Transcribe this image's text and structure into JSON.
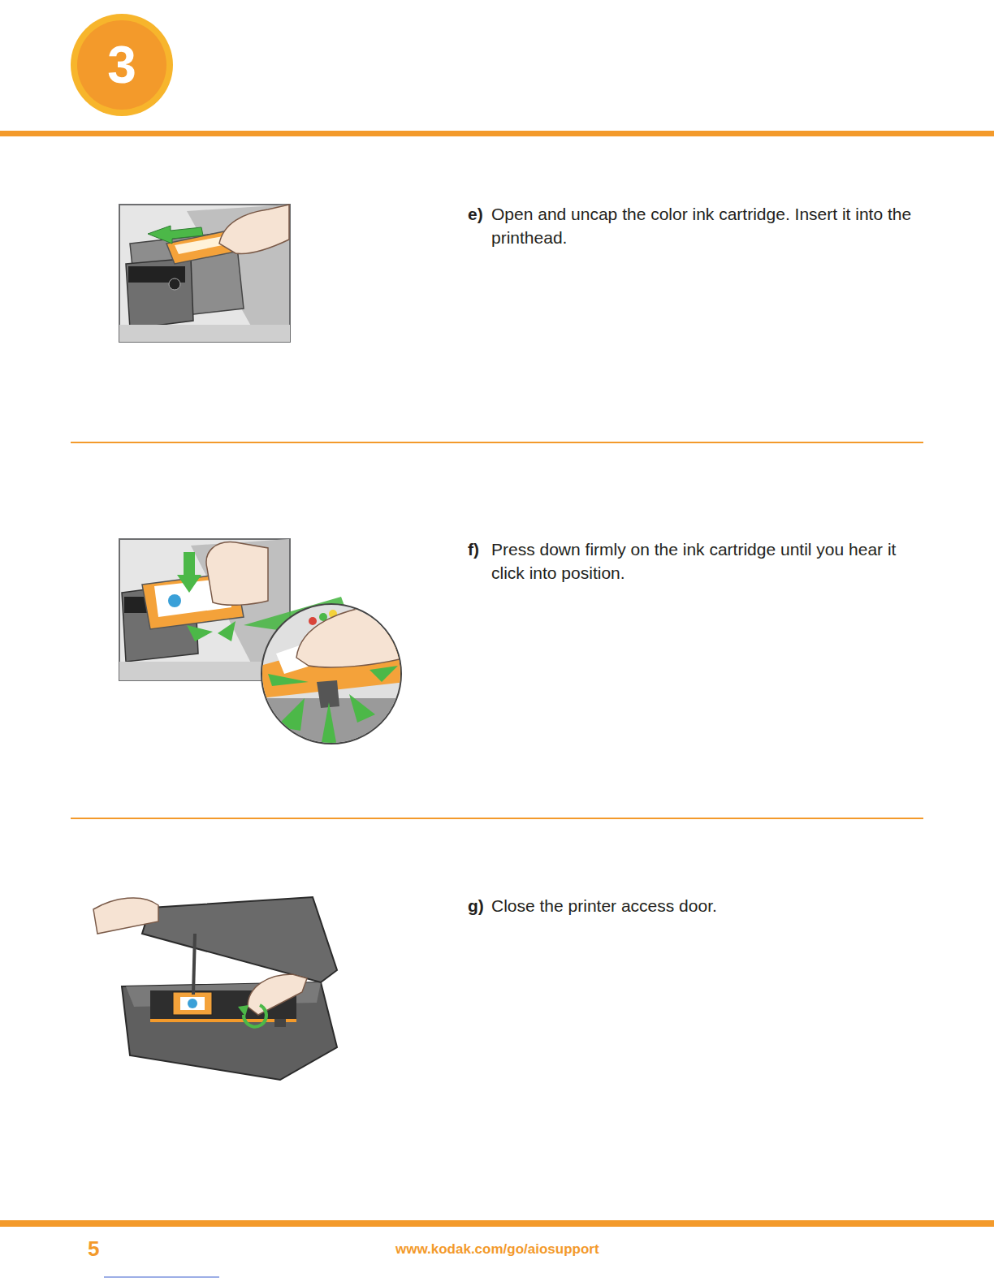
{
  "diagram": {
    "nodes": [
      {
        "text": [
          "3"
        ]
      }
    ],
    "labels": [
      "e)",
      "Open and uncap the color ink cartridge. Insert it into the printhead.",
      "f)",
      "Press down firmly on the ink cartridge until you hear it click into position.",
      "g)",
      "Close the printer access door.",
      "5",
      "www.kodak.com/go/aiosupport"
    ]
  }
}
